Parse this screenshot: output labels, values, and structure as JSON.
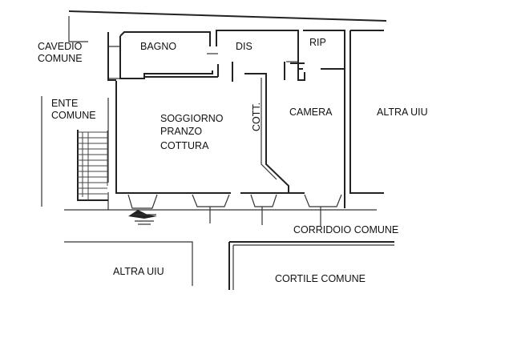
{
  "labels": {
    "cavedio": [
      "CAVEDIO",
      "COMUNE"
    ],
    "ente": [
      "ENTE",
      "COMUNE"
    ],
    "bagno": "BAGNO",
    "dis": "DIS",
    "rip": "RIP",
    "soggiorno": [
      "SOGGIORNO",
      "PRANZO",
      "COTTURA"
    ],
    "cott": "COTT.",
    "camera": "CAMERA",
    "altra_uiu_right": "ALTRA UIU",
    "corridoio": "CORRIDOIO COMUNE",
    "altra_uiu_bottom": "ALTRA UIU",
    "cortile": "CORTILE COMUNE"
  }
}
